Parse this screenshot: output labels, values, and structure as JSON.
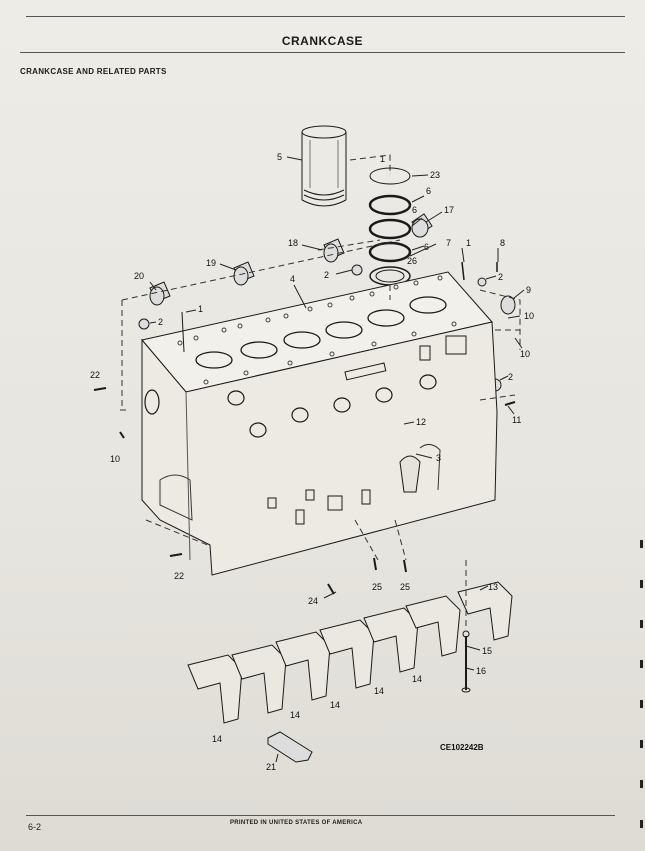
{
  "header": {
    "title": "CRANKCASE"
  },
  "section": {
    "title": "CRANKCASE AND RELATED PARTS"
  },
  "callouts": {
    "c1": "1",
    "c2": "2",
    "c3": "3",
    "c4": "4",
    "c5": "5",
    "c6": "6",
    "c7": "7",
    "c8": "8",
    "c9": "9",
    "c10": "10",
    "c11": "11",
    "c12": "12",
    "c13": "13",
    "c14": "14",
    "c15": "15",
    "c16": "16",
    "c17": "17",
    "c18": "18",
    "c19": "19",
    "c20": "20",
    "c21": "21",
    "c22": "22",
    "c23": "23",
    "c24": "24",
    "c25": "25",
    "c26": "26"
  },
  "figure_id": "CE102242B",
  "footer": {
    "page_number": "6-2",
    "printed": "PRINTED IN UNITED STATES OF AMERICA"
  }
}
